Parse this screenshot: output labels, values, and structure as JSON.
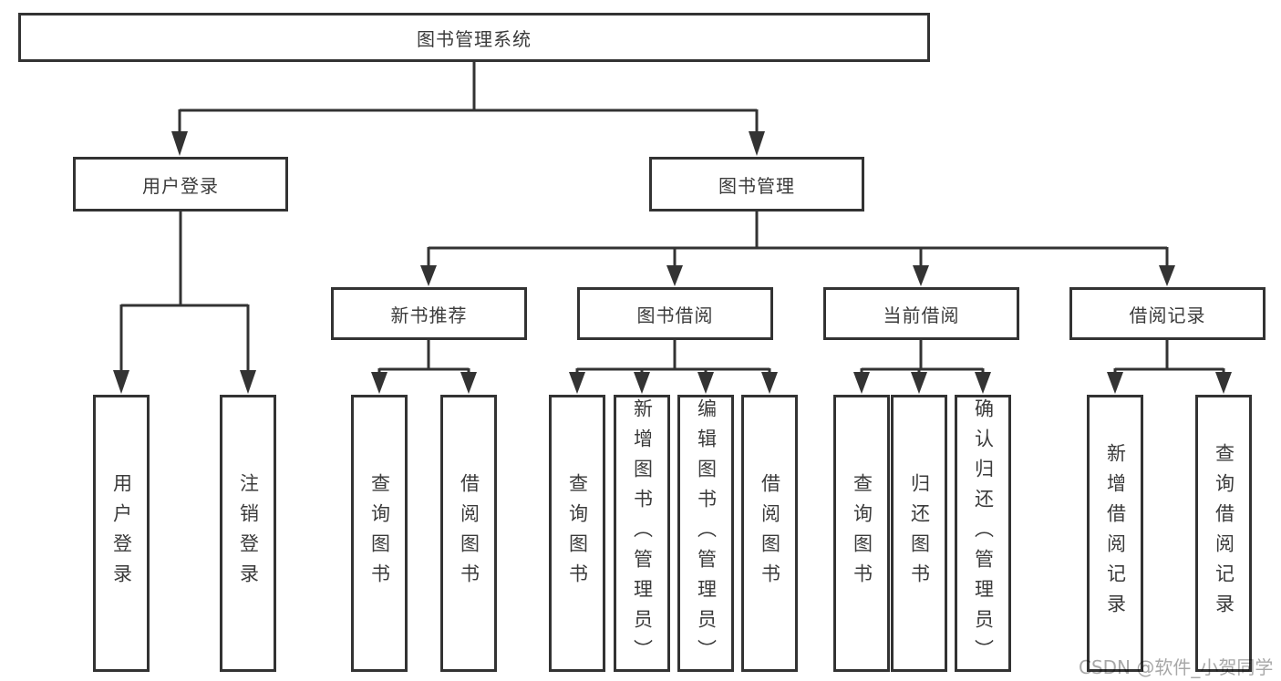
{
  "diagram": {
    "type": "hierarchy-tree",
    "colors": {
      "line": "#333333",
      "border": "#333333",
      "text": "#3b3b3b",
      "background": "#ffffff",
      "watermark": "#a8a8a8"
    },
    "nodes": {
      "root": "图书管理系统",
      "user_login": "用户登录",
      "book_mgmt": "图书管理",
      "new_book_rec": "新书推荐",
      "book_borrowing": "图书借阅",
      "current_borrowing": "当前借阅",
      "borrowing_records": "借阅记录",
      "leaf_user_login": "用户登录",
      "leaf_logout": "注销登录",
      "leaf_query_book_rec": "查询图书",
      "leaf_borrow_book_rec": "借阅图书",
      "leaf_query_book_borrow": "查询图书",
      "leaf_add_book_admin": "新增图书（管理员）",
      "leaf_edit_book_admin": "编辑图书（管理员）",
      "leaf_borrow_book": "借阅图书",
      "leaf_query_book_current": "查询图书",
      "leaf_return_book": "归还图书",
      "leaf_confirm_return_admin": "确认归还（管理员）",
      "leaf_add_borrow_record": "新增借阅记录",
      "leaf_query_borrow_record": "查询借阅记录"
    },
    "edges": [
      "图书管理系统→用户登录",
      "图书管理系统→图书管理",
      "用户登录→用户登录",
      "用户登录→注销登录",
      "图书管理→新书推荐",
      "图书管理→图书借阅",
      "图书管理→当前借阅",
      "图书管理→借阅记录",
      "新书推荐→查询图书",
      "新书推荐→借阅图书",
      "图书借阅→查询图书",
      "图书借阅→新增图书（管理员）",
      "图书借阅→编辑图书（管理员）",
      "图书借阅→借阅图书",
      "当前借阅→查询图书",
      "当前借阅→归还图书",
      "当前借阅→确认归还（管理员）",
      "借阅记录→新增借阅记录",
      "借阅记录→查询借阅记录"
    ]
  },
  "watermark": "CSDN @软件_小贺同学"
}
